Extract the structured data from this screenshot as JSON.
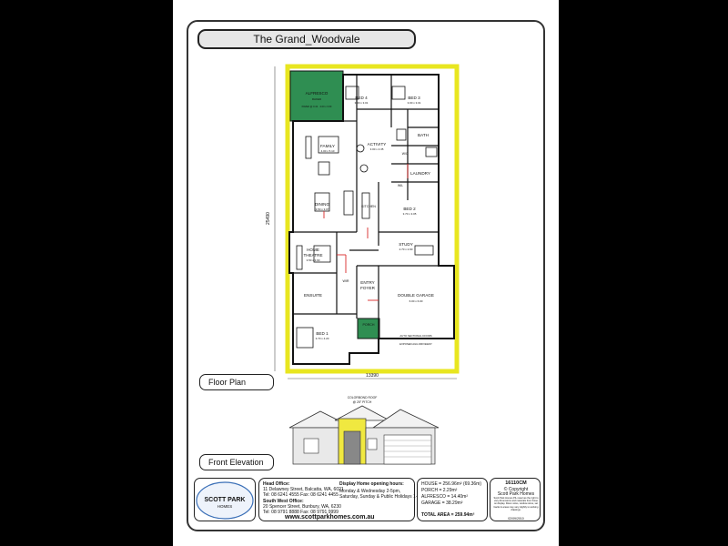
{
  "title": "The Grand_Woodvale",
  "floor_plan_label": "Floor Plan",
  "front_elevation_label": "Front Elevation",
  "dimensions": {
    "width": "13390",
    "depth": "25490"
  },
  "rooms": {
    "alfresco": {
      "name": "ALFRESCO",
      "detail": "RAKED",
      "note": "PAVED @ 0.42 · 4.00 x 3.60"
    },
    "bed4": {
      "name": "BED 4",
      "size": "3.00 x 3.01"
    },
    "bed3": {
      "name": "BED 3",
      "size": "3.00 x 3.01"
    },
    "family": {
      "name": "FAMILY",
      "size": "4.00 x 5.10"
    },
    "activity": {
      "name": "ACTIVITY",
      "size": "3.00 x 4.35"
    },
    "bath": {
      "name": "BATH"
    },
    "wc": {
      "name": "W/C"
    },
    "laundry": {
      "name": "LAUNDRY"
    },
    "wil": {
      "name": "WIL"
    },
    "dining": {
      "name": "DINING",
      "size": "3.50 x 3.07"
    },
    "kitchen": {
      "name": "KITCHEN"
    },
    "bed2": {
      "name": "BED 2",
      "size": "3.70 x 3.05"
    },
    "study": {
      "name": "STUDY",
      "size": "2.70 x 2.90"
    },
    "home_theatre": {
      "name": "HOME",
      "name2": "THEATRE",
      "size": "3.50 x 3.90"
    },
    "wir": {
      "name": "WIR"
    },
    "entry_foyer": {
      "name": "ENTRY",
      "name2": "FOYER"
    },
    "ensuite": {
      "name": "ENSUITE"
    },
    "double_garage": {
      "name": "DOUBLE GARAGE",
      "size": "6.00 x 6.00"
    },
    "bed1": {
      "name": "BED 1",
      "size": "3.70 x 4.20"
    },
    "porch": {
      "name": "PORCH"
    },
    "auto_door": "AUTO SECTIONAL DOORS",
    "driveway": "EXPOSED AGG DRIVEWAY"
  },
  "elevation": {
    "roof_note": "COLORBOND ROOF",
    "pitch": "@ 25° PITCH"
  },
  "footer": {
    "logo_line1": "SCOTT PARK",
    "logo_line2": "HOMES",
    "website": "www.scottparkhomes.com.au",
    "head_office_label": "Head Office:",
    "head_office_address": "11 Delawney Street, Balcatta, WA, 6021",
    "head_office_phone": "Tel: 08 6241 4555  Fax: 08 6241 4455",
    "sw_office_label": "South West Office:",
    "sw_office_address": "20 Spencer Street, Bunbury, WA, 6230",
    "sw_office_phone": "Tel: 08 9791 8888  Fax: 08 9791 9999",
    "display_label": "Display Home opening hours:",
    "display_hours1": "Monday & Wednesday 2-5pm,",
    "display_hours2": "Saturday, Sunday & Public Holidays 1-5pm.",
    "area_house": "HOUSE = 256.96m² (69.36m)",
    "area_porch": "PORCH = 2.29m²",
    "area_alfresco": "ALFRESCO = 14.40m²",
    "area_garage": "GARAGE = 38.29m²",
    "area_total": "TOTAL AREA = 259.94m²",
    "plan_code": "16110CM",
    "copyright1": "© Copyright",
    "copyright2": "Scott Park Homes",
    "copyright_note": "Scott Park Homes P/L reserves the right to vary dimensions and materials from those on display. Room sizes, window sizes, set backs & areas may vary slightly to working drawings.",
    "date": "02/09/2010"
  },
  "colors": {
    "outline": "#e8e620",
    "green": "#2f8e52",
    "red": "#d82828",
    "wall": "#111111"
  }
}
